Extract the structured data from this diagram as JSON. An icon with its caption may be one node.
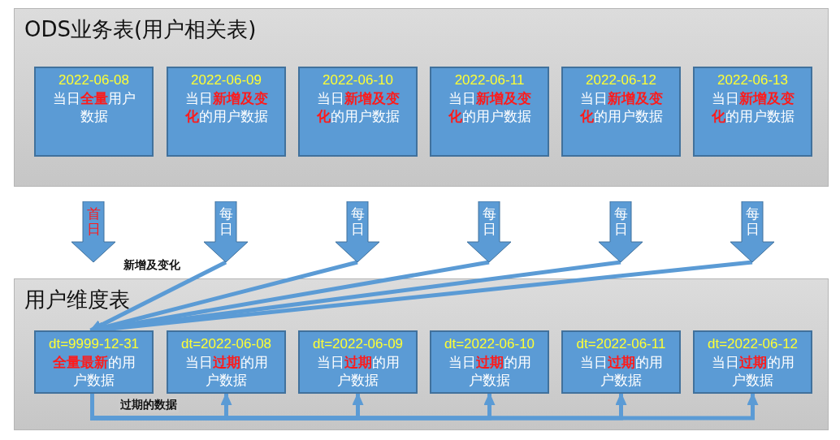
{
  "diagram": {
    "nodes": [
      {
        "text": [
          "ODS业务表(用户相关表)"
        ]
      },
      {
        "text": [
          "2022-06-08",
          "当日**全量**用户数据"
        ],
        "in": 0
      },
      {
        "text": [
          "2022-06-09",
          "当日**新增及变化**的用户数据"
        ],
        "in": 0
      },
      {
        "text": [
          "2022-06-10",
          "当日**新增及变化**的用户数据"
        ],
        "in": 0
      },
      {
        "text": [
          "2022-06-11",
          "当日**新增及变化**的用户数据"
        ],
        "in": 0
      },
      {
        "text": [
          "2022-06-12",
          "当日**新增及变化**的用户数据"
        ],
        "in": 0
      },
      {
        "text": [
          "2022-06-13",
          "当日**新增及变化**的用户数据"
        ],
        "in": 0
      },
      {
        "text": [
          "首日"
        ]
      },
      {
        "text": [
          "每日"
        ]
      },
      {
        "text": [
          "每日"
        ]
      },
      {
        "text": [
          "每日"
        ]
      },
      {
        "text": [
          "每日"
        ]
      },
      {
        "text": [
          "每日"
        ]
      },
      {
        "text": [
          "用户维度表"
        ]
      },
      {
        "text": [
          "dt=9999-12-31",
          "**全量最新**的用户数据"
        ],
        "in": 13
      },
      {
        "text": [
          "dt=2022-06-08",
          "当日**过期**的用户数据"
        ],
        "in": 13
      },
      {
        "text": [
          "dt=2022-06-09",
          "当日**过期**的用户数据"
        ],
        "in": 13
      },
      {
        "text": [
          "dt=2022-06-10",
          "当日**过期**的用户数据"
        ],
        "in": 13
      },
      {
        "text": [
          "dt=2022-06-11",
          "当日**过期**的用户数据"
        ],
        "in": 13
      },
      {
        "text": [
          "dt=2022-06-12",
          "当日**过期**的用户数据"
        ],
        "in": 13
      }
    ],
    "edges": [
      {
        "from": 8,
        "to": 14,
        "arrow": "to",
        "label": "新增及变化"
      },
      {
        "from": 9,
        "to": 14,
        "arrow": "to"
      },
      {
        "from": 10,
        "to": 14,
        "arrow": "to"
      },
      {
        "from": 11,
        "to": 14,
        "arrow": "to"
      },
      {
        "from": 12,
        "to": 14,
        "arrow": "to"
      },
      {
        "from": 14,
        "to": 15,
        "arrow": "to",
        "label": "过期的数据"
      },
      {
        "from": 14,
        "to": 16,
        "arrow": "to"
      },
      {
        "from": 14,
        "to": 17,
        "arrow": "to"
      },
      {
        "from": 14,
        "to": 18,
        "arrow": "to"
      },
      {
        "from": 14,
        "to": 19,
        "arrow": "to"
      }
    ]
  }
}
